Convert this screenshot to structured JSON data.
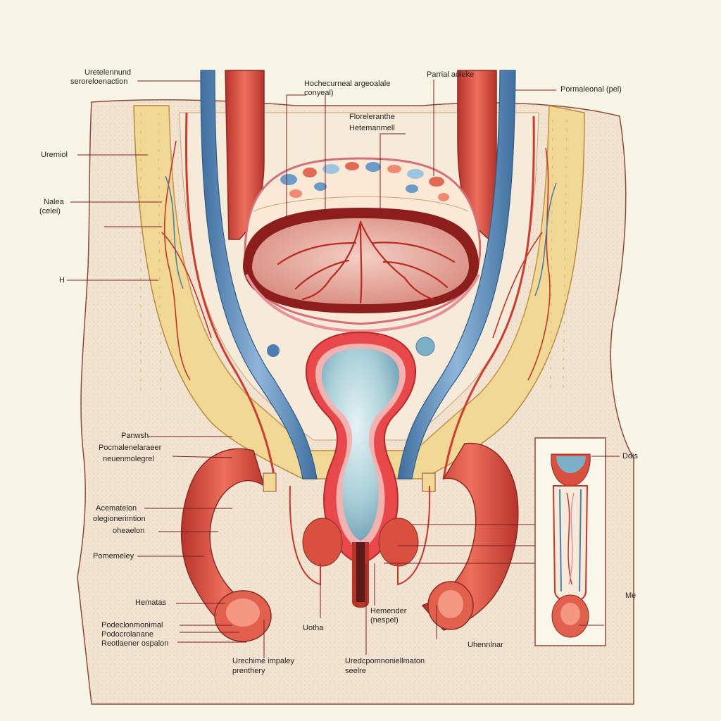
{
  "colors": {
    "background": "#f8f4e6",
    "skin": "#f3e4d2",
    "fat_layer": "#f1d894",
    "muscle_red": "#d94a3c",
    "vein_blue": "#5d8fc0",
    "bladder_blue": "#a9cfd8",
    "leader_line": "#7a1e1e"
  },
  "labels": {
    "top_left_1": "Uretelennund",
    "top_left_2": "seroreloenaction",
    "top_center_1": "Hochecurneal argeoalale",
    "top_center_2": "conyeal)",
    "top_right_a": "Parrial aoleke",
    "top_right_b": "Pormaleonal (pel)",
    "mid_center_1": "Floreleranthe",
    "mid_center_2": "Hetemanmell",
    "left_1": "Uremiol",
    "left_2a": "Nalea",
    "left_2b": "(celei)",
    "left_3": "H",
    "left_4": "Panwsh",
    "left_5a": "Pocmalenelaraeer",
    "left_5b": "neuenmolegrel",
    "left_6a": "Acematelon",
    "left_6b": "olegionerimtion",
    "left_6c": "oheaelon",
    "left_7": "Pomemeley",
    "left_8": "Hematas",
    "left_9a": "Podeclonmonimal",
    "left_9b": "Podocrolanane",
    "left_9c": "Reotlaener ospalon",
    "bottom_1a": "Urechime impaley",
    "bottom_1b": "prenthery",
    "bottom_2": "Uotha",
    "bottom_3a": "Uredcpomnoniellmaton",
    "bottom_3b": "seelre",
    "bottom_4a": "Hemender",
    "bottom_4b": "(nespel)",
    "bottom_5": "Uhennlnar",
    "right_1": "Ddis",
    "right_2": "Me"
  }
}
